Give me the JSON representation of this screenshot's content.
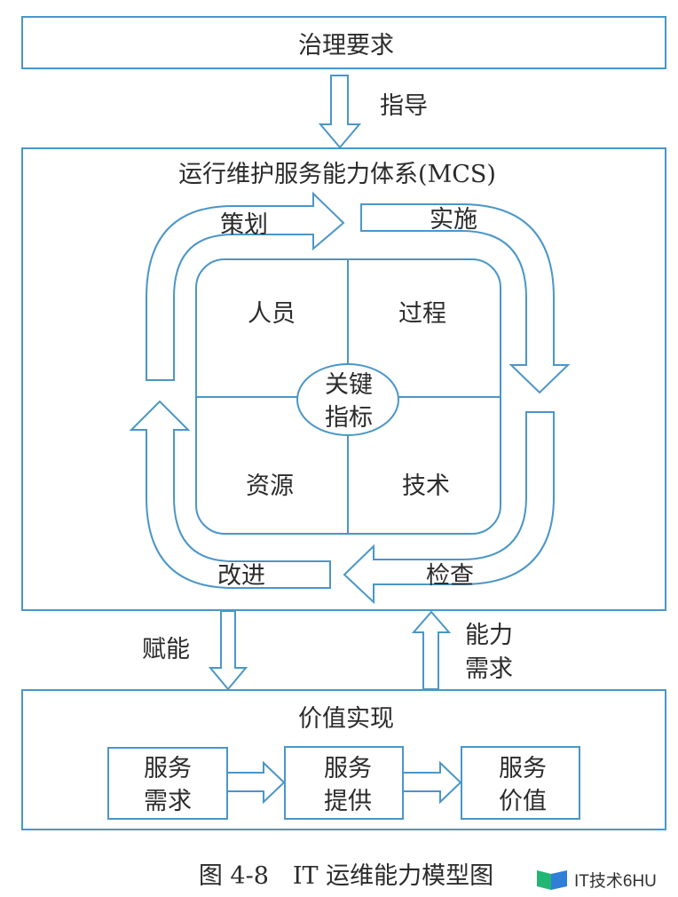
{
  "diagram": {
    "governance": {
      "label": "治理要求"
    },
    "guidance_arrow": {
      "label": "指导"
    },
    "mcs": {
      "title": "运行维护服务能力体系(MCS)",
      "cycle": {
        "plan": "策划",
        "implement": "实施",
        "check": "检查",
        "improve": "改进"
      },
      "quadrants": {
        "people": "人员",
        "process": "过程",
        "resources": "资源",
        "technology": "技术"
      },
      "center": {
        "line1": "关键",
        "line2": "指标"
      }
    },
    "empower_arrow": {
      "label": "赋能"
    },
    "capability_demand_arrow": {
      "line1": "能力",
      "line2": "需求"
    },
    "value": {
      "title": "价值实现",
      "steps": [
        {
          "line1": "服务",
          "line2": "需求"
        },
        {
          "line1": "服务",
          "line2": "提供"
        },
        {
          "line1": "服务",
          "line2": "价值"
        }
      ]
    },
    "caption": "图 4-8　IT 运维能力模型图",
    "watermark": "IT技术6HU",
    "colors": {
      "stroke": "#4a96c8",
      "text": "#2b2b2b",
      "wm_green": "#22b573",
      "wm_blue": "#2f7ed8"
    }
  }
}
